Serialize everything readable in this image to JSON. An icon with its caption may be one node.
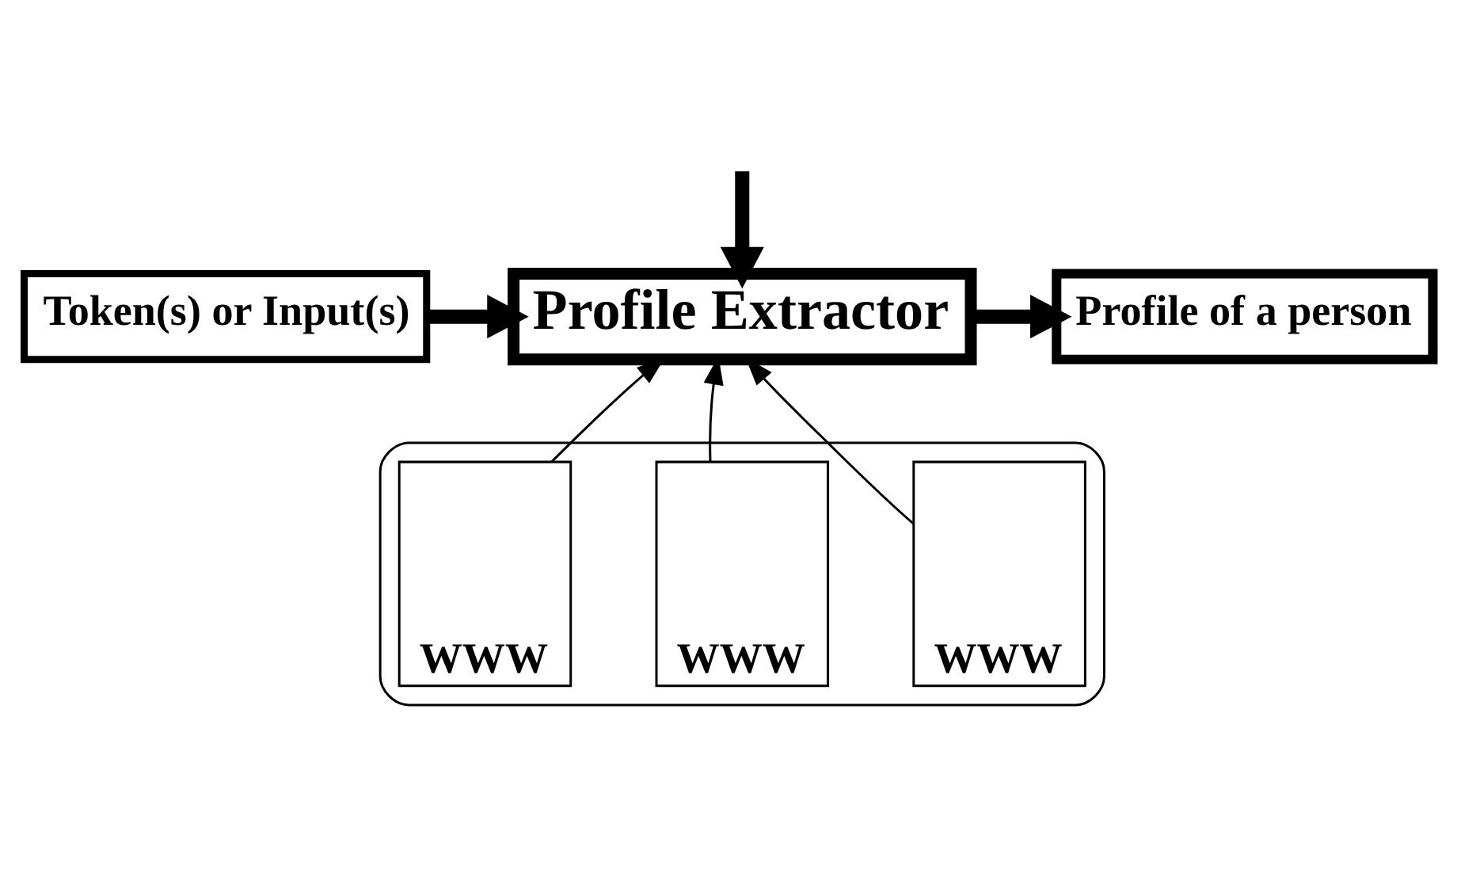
{
  "diagram": {
    "nodes": [
      {
        "text": [
          "Token(s) or Input(s)"
        ]
      },
      {
        "text": [
          "Profile Extractor"
        ]
      },
      {
        "text": [
          "Profile of a person"
        ]
      },
      {
        "text": [],
        "shape": "ellipse"
      },
      {
        "text": [
          "WWW"
        ],
        "in": 3
      },
      {
        "text": [
          "WWW"
        ],
        "in": 3
      },
      {
        "text": [
          "WWW"
        ],
        "in": 3
      }
    ],
    "edges": [
      {
        "from": null,
        "to": 1,
        "arrow": "to",
        "style": "thick"
      },
      {
        "from": 0,
        "to": 1,
        "arrow": "to",
        "style": "thick"
      },
      {
        "from": 1,
        "to": 2,
        "arrow": "to",
        "style": "thick"
      },
      {
        "from": 4,
        "to": 1,
        "arrow": "to"
      },
      {
        "from": 5,
        "to": 1,
        "arrow": "to"
      },
      {
        "from": 6,
        "to": 1,
        "arrow": "to"
      }
    ]
  }
}
